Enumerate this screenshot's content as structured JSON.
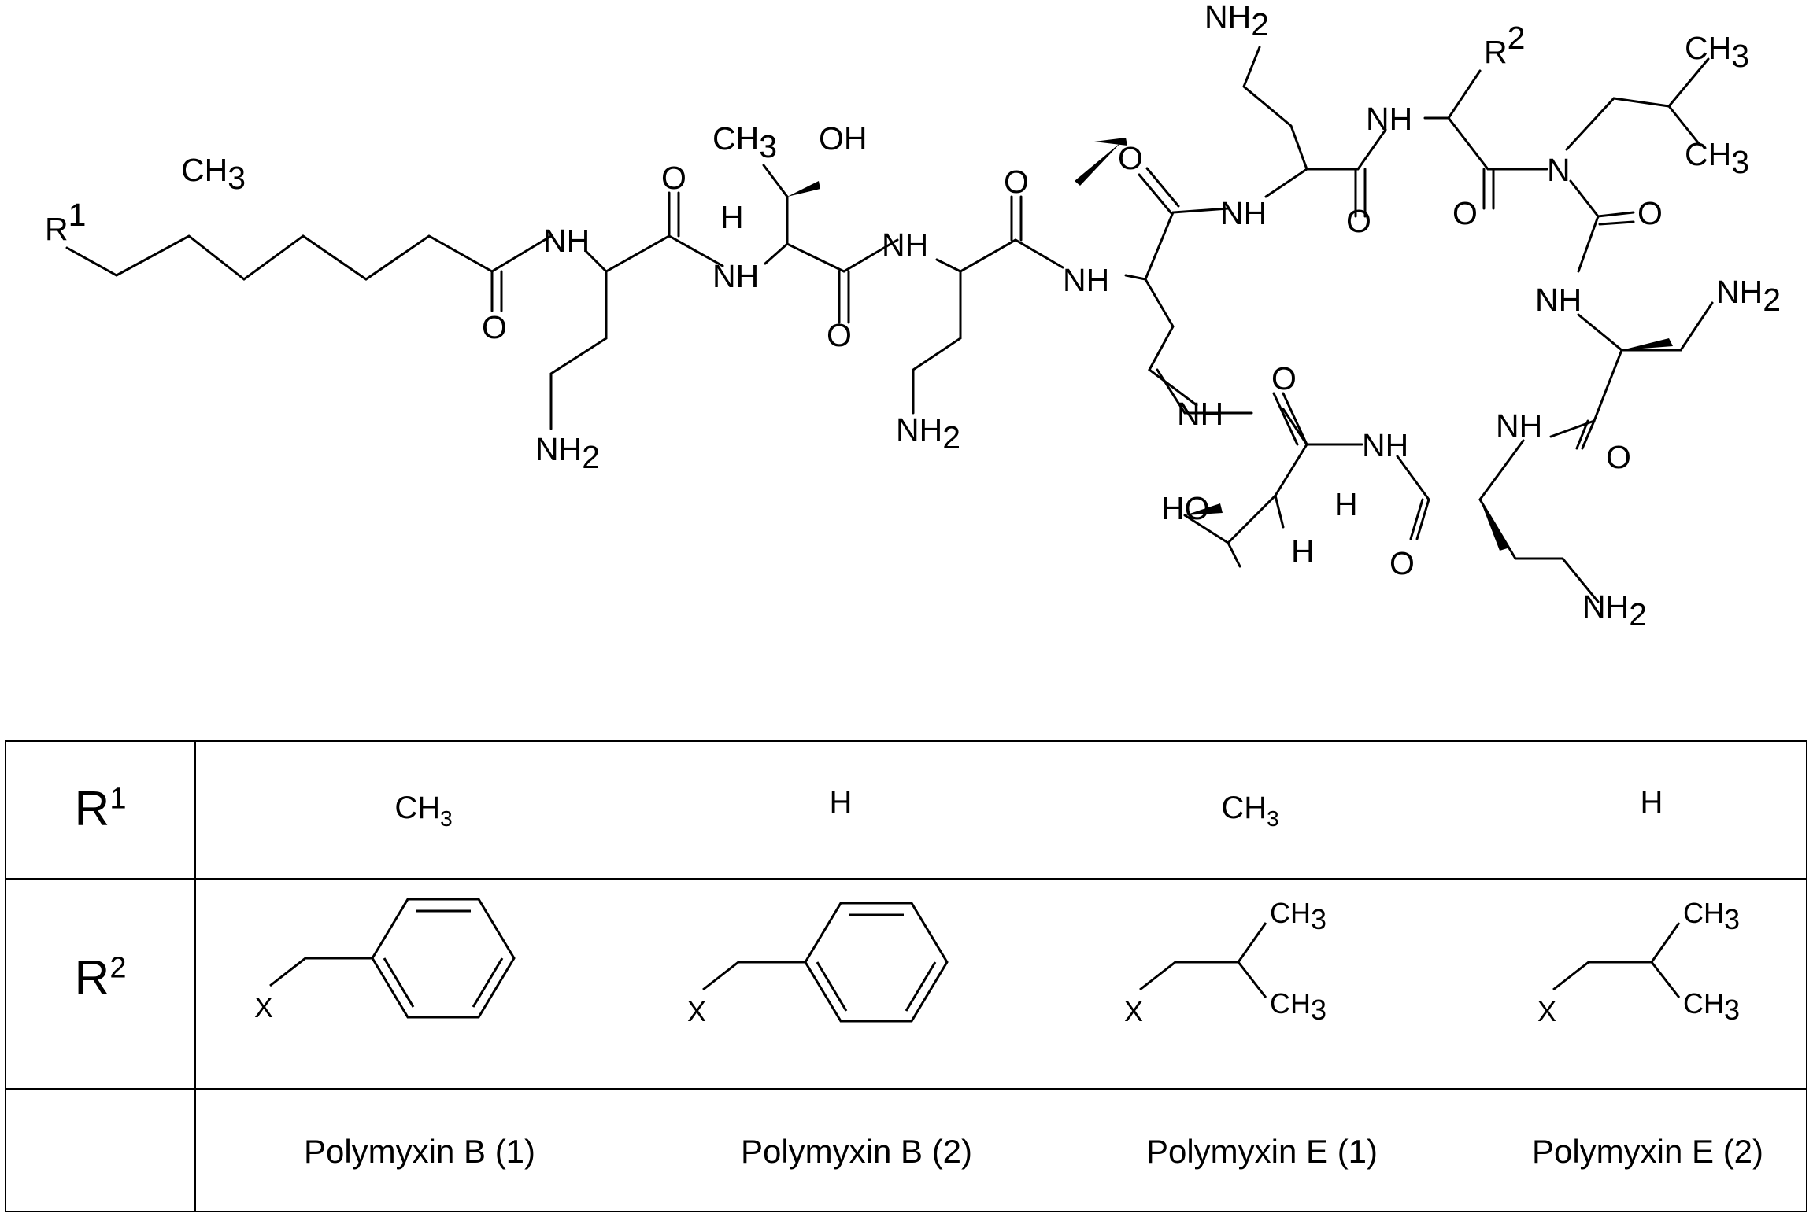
{
  "structure": {
    "r1_label": "R",
    "r1_sup": "1",
    "r2_label": "R",
    "r2_sup": "2",
    "ch3": "CH",
    "three": "3",
    "oh": "OH",
    "ho": "HO",
    "nh": "NH",
    "nh2": "NH",
    "two": "2",
    "o": "O",
    "h": "H",
    "n": "N"
  },
  "table": {
    "row_r1_label": "R",
    "row_r1_sup": "1",
    "row_r2_label": "R",
    "row_r2_sup": "2",
    "r1_values": [
      {
        "main": "CH",
        "sub": "3"
      },
      {
        "main": "H",
        "sub": ""
      },
      {
        "main": "CH",
        "sub": "3"
      },
      {
        "main": "H",
        "sub": ""
      }
    ],
    "r2_x_label": "X",
    "r2_ch3": "CH",
    "r2_three": "3",
    "names": [
      "Polymyxin B (1)",
      "Polymyxin B (2)",
      "Polymyxin E (1)",
      "Polymyxin E (2)"
    ]
  }
}
